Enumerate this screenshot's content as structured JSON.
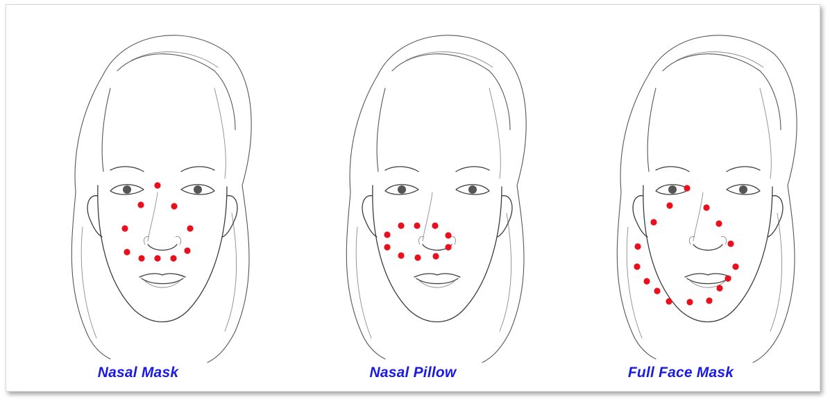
{
  "panels": [
    {
      "caption": "Nasal Mask",
      "dot_color": "#e8101c",
      "dots": [
        [
          226,
          266
        ],
        [
          202,
          294
        ],
        [
          250,
          296
        ],
        [
          179,
          328
        ],
        [
          273,
          328
        ],
        [
          182,
          362
        ],
        [
          269,
          360
        ],
        [
          203,
          371
        ],
        [
          226,
          371
        ],
        [
          249,
          371
        ]
      ]
    },
    {
      "caption": "Nasal Pillow",
      "dot_color": "#e8101c",
      "dots": [
        [
          577,
          324
        ],
        [
          600,
          324
        ],
        [
          626,
          324
        ],
        [
          557,
          337
        ],
        [
          645,
          338
        ],
        [
          557,
          355
        ],
        [
          645,
          355
        ],
        [
          577,
          367
        ],
        [
          601,
          370
        ],
        [
          627,
          368
        ]
      ]
    },
    {
      "caption": "Full Face Mask",
      "dot_color": "#e8101c",
      "dots": [
        [
          989,
          270
        ],
        [
          964,
          295
        ],
        [
          1017,
          298
        ],
        [
          941,
          319
        ],
        [
          1035,
          321
        ],
        [
          918,
          354
        ],
        [
          1052,
          350
        ],
        [
          917,
          383
        ],
        [
          1059,
          383
        ],
        [
          931,
          404
        ],
        [
          1048,
          400
        ],
        [
          946,
          418
        ],
        [
          1036,
          414
        ],
        [
          963,
          433
        ],
        [
          993,
          434
        ],
        [
          1021,
          432
        ]
      ]
    }
  ],
  "caption_color": "#1a1ae6"
}
